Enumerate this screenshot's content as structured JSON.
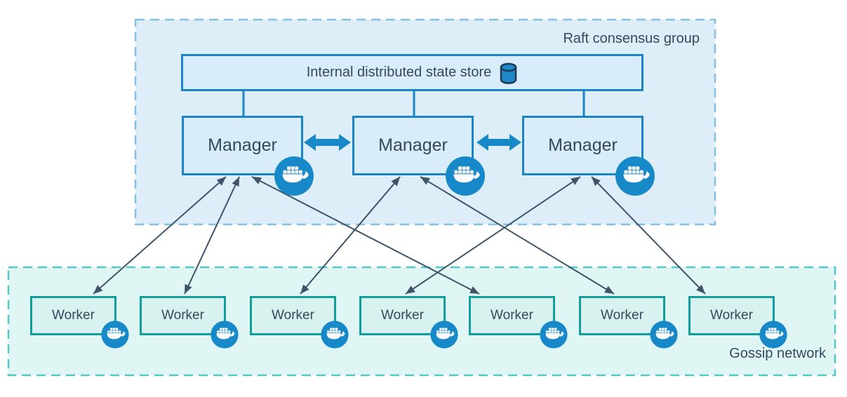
{
  "raft_group": {
    "label": "Raft consensus group",
    "state_store": {
      "label": "Internal distributed state store"
    },
    "managers": [
      {
        "label": "Manager"
      },
      {
        "label": "Manager"
      },
      {
        "label": "Manager"
      }
    ]
  },
  "gossip_network": {
    "label": "Gossip network",
    "workers": [
      {
        "label": "Worker"
      },
      {
        "label": "Worker"
      },
      {
        "label": "Worker"
      },
      {
        "label": "Worker"
      },
      {
        "label": "Worker"
      },
      {
        "label": "Worker"
      },
      {
        "label": "Worker"
      }
    ]
  },
  "connections": {
    "state_store_to_managers": [
      0,
      1,
      2
    ],
    "manager_to_manager_bidirectional": [
      [
        0,
        1
      ],
      [
        1,
        2
      ]
    ],
    "manager_to_worker_bidirectional": [
      {
        "manager": 0,
        "workers": [
          0,
          1,
          4
        ]
      },
      {
        "manager": 1,
        "workers": [
          2,
          5
        ]
      },
      {
        "manager": 2,
        "workers": [
          3,
          6
        ]
      }
    ]
  },
  "icons": {
    "node_badge": "docker-whale-icon",
    "state_store_icon": "database-cylinder-icon"
  },
  "colors": {
    "raft_fill": "#ddeef9",
    "raft_dash": "#85c0e3",
    "gossip_fill": "#e0f6f4",
    "gossip_dash": "#54c7c7",
    "blue_box_fill": "#d9ecf9",
    "blue_box_border": "#1b84c6",
    "worker_fill": "#d8f3ef",
    "worker_border": "#129d9d",
    "docker_blue": "#1789c9",
    "thin_arrow": "#3e5468",
    "text": "#334a5e"
  }
}
